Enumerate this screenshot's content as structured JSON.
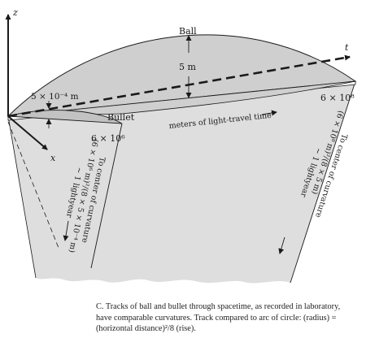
{
  "figure": {
    "axes": {
      "z": "z",
      "t": "t",
      "x": "x"
    },
    "ball": {
      "label": "Ball",
      "rise": "5 m"
    },
    "bullet": {
      "label": "Bullet",
      "rise": "5 × 10⁻⁴ m"
    },
    "distances": {
      "ball_span": "6 × 10⁸",
      "bullet_span": "6 × 10⁶"
    },
    "time_label": "meters of light-travel time",
    "curvature_left": {
      "line1": "To center of curvature",
      "line2": "(6 × 10⁶ m)²/(8 × 5 × 10⁻⁴ m)",
      "line3": "~ 1 lightyear"
    },
    "curvature_right": {
      "line1": "To center of curvature",
      "line2": "(6 × 10⁸ m)²/(8 × 5 m)",
      "line3": "~ 1 lightyear"
    }
  },
  "caption": "C. Tracks of ball and bullet through spacetime, as recorded in laboratory, have comparable curvatures. Track compared to arc of circle: (radius) = (horizontal distance)²/8 (rise).",
  "colors": {
    "shade": "#cfcfcf",
    "ink": "#1a1a1a",
    "cone": "#dedede"
  }
}
